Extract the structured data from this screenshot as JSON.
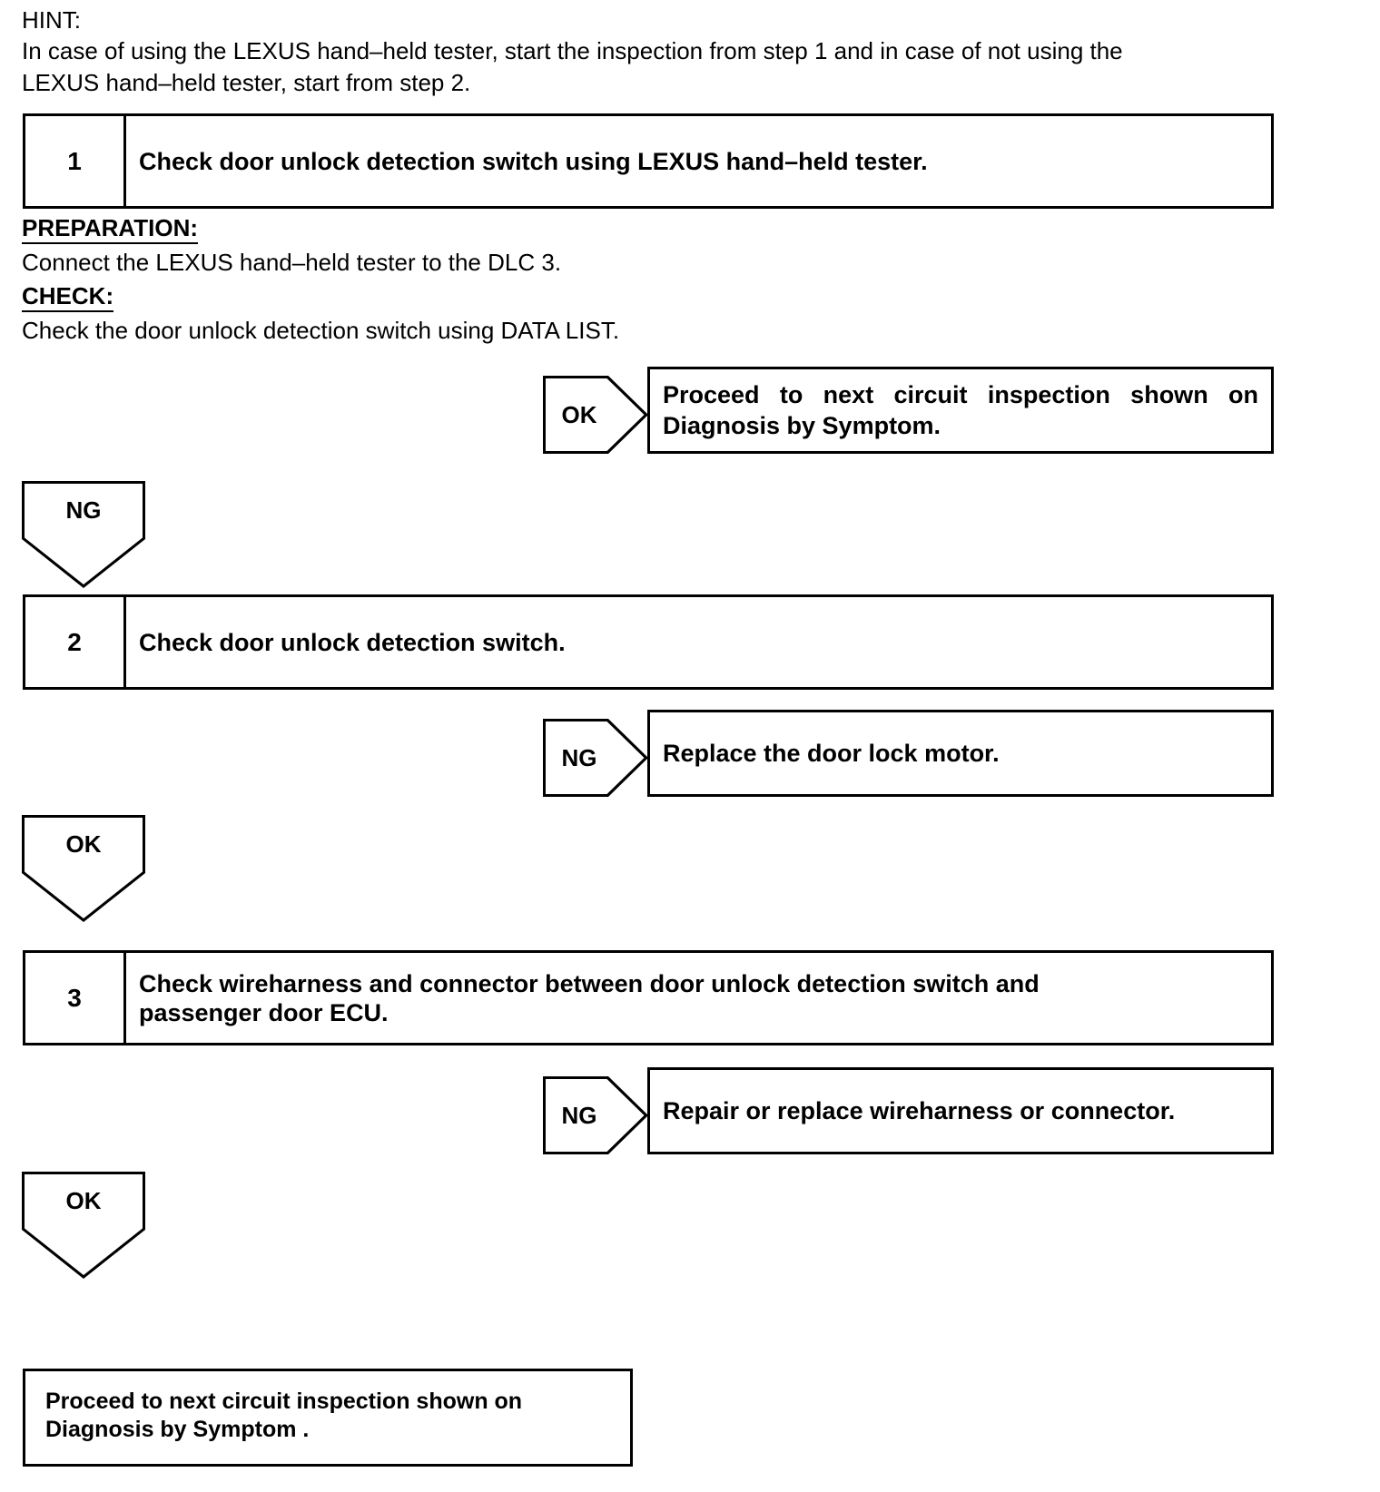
{
  "hint": {
    "label": "HINT:",
    "line1": "In case of using the LEXUS hand–held tester, start the inspection from step 1 and in case of not using the",
    "line2": "LEXUS hand–held tester, start from step 2."
  },
  "steps": [
    {
      "number": "1",
      "title": "Check door unlock detection switch using LEXUS hand–held tester."
    },
    {
      "number": "2",
      "title": "Check door unlock detection switch."
    },
    {
      "number": "3",
      "title_line1": "Check wireharness and connector between door unlock detection switch and",
      "title_line2": "passenger door ECU."
    }
  ],
  "sections": {
    "preparation_head": "PREPARATION:",
    "preparation_text": "Connect the LEXUS hand–held tester to the DLC 3.",
    "check_head": "CHECK:",
    "check_text": "Check the door unlock detection switch using DATA LIST."
  },
  "branches": [
    {
      "judgement": "OK",
      "result_line1": "Proceed to next circuit inspection shown on",
      "result_line2": "Diagnosis by Symptom."
    },
    {
      "judgement": "NG",
      "result_line1": "Replace the door lock motor.",
      "result_line2": ""
    },
    {
      "judgement": "NG",
      "result_line1": "Repair or replace wireharness or connector.",
      "result_line2": ""
    }
  ],
  "connectors": [
    {
      "label": "NG"
    },
    {
      "label": "OK"
    },
    {
      "label": "OK"
    }
  ],
  "final": {
    "line1": "Proceed to next circuit inspection shown on",
    "line2": "Diagnosis by Symptom ."
  },
  "colors": {
    "ink": "#000000",
    "paper": "#ffffff"
  }
}
